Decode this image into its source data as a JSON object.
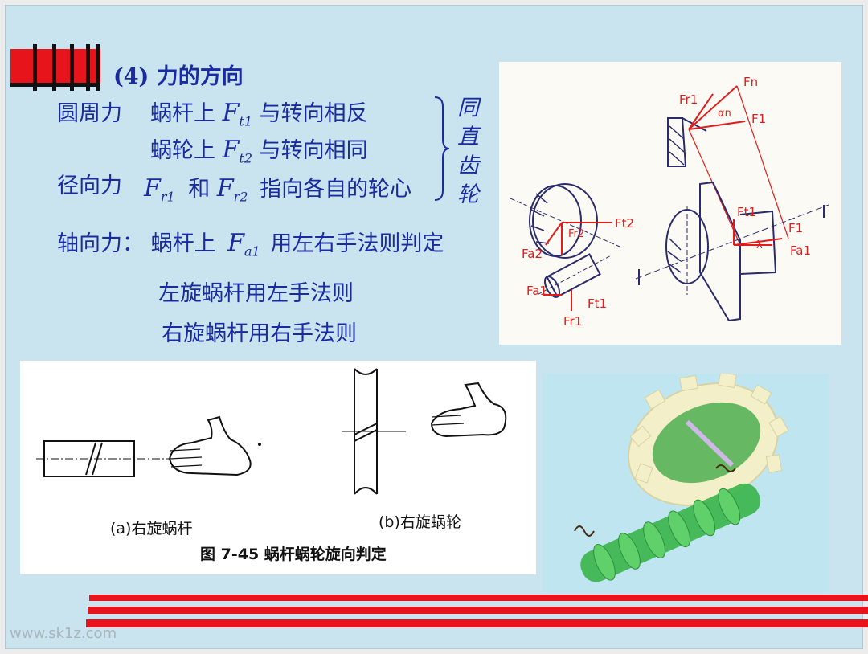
{
  "heading": "(4) 力的方向",
  "lines": {
    "circ_label": "圆周力",
    "worm_prefix": "蜗杆上",
    "ft1": "F",
    "ft1_sub": "t1",
    "worm_suffix": "与转向相反",
    "wheel_prefix": "蜗轮上",
    "ft2": "F",
    "ft2_sub": "t2",
    "wheel_suffix": "与转向相同",
    "radial_label": "径向力",
    "fr1": "F",
    "fr1_sub": "r1",
    "and": "和",
    "fr2": "F",
    "fr2_sub": "r2",
    "radial_suffix": "指向各自的轮心",
    "axial_label": "轴向力：",
    "axial_prefix": "蜗杆上",
    "fa1": "F",
    "fa1_sub": "a1",
    "axial_suffix": "用左右手法则判定",
    "left_rule": "左旋蜗杆用左手法则",
    "right_rule": "右旋蜗杆用右手法则"
  },
  "brace_note": [
    "同",
    "直",
    "齿",
    "轮"
  ],
  "figure_labels": {
    "fn": "Fn",
    "fr1": "Fr1",
    "fan": "αn",
    "f1": "F1",
    "ft1": "Ft1",
    "fa1": "Fa1",
    "fr2": "Fr2",
    "ft2": "Ft2",
    "fa2": "Fa2",
    "fa1b": "Fa1",
    "ft1b": "Ft1",
    "fr1b": "Fr1",
    "lambda": "λ"
  },
  "hand_panel": {
    "cap_a": "(a)右旋蜗杆",
    "cap_b": "(b)右旋蜗轮",
    "fig_title": "图 7-45  蜗杆蜗轮旋向判定"
  },
  "watermark": "www.sk1z.com",
  "colors": {
    "text": "#1a2aa0",
    "accent_red": "#e8141b",
    "slide_bg": "#c9e4ef"
  }
}
